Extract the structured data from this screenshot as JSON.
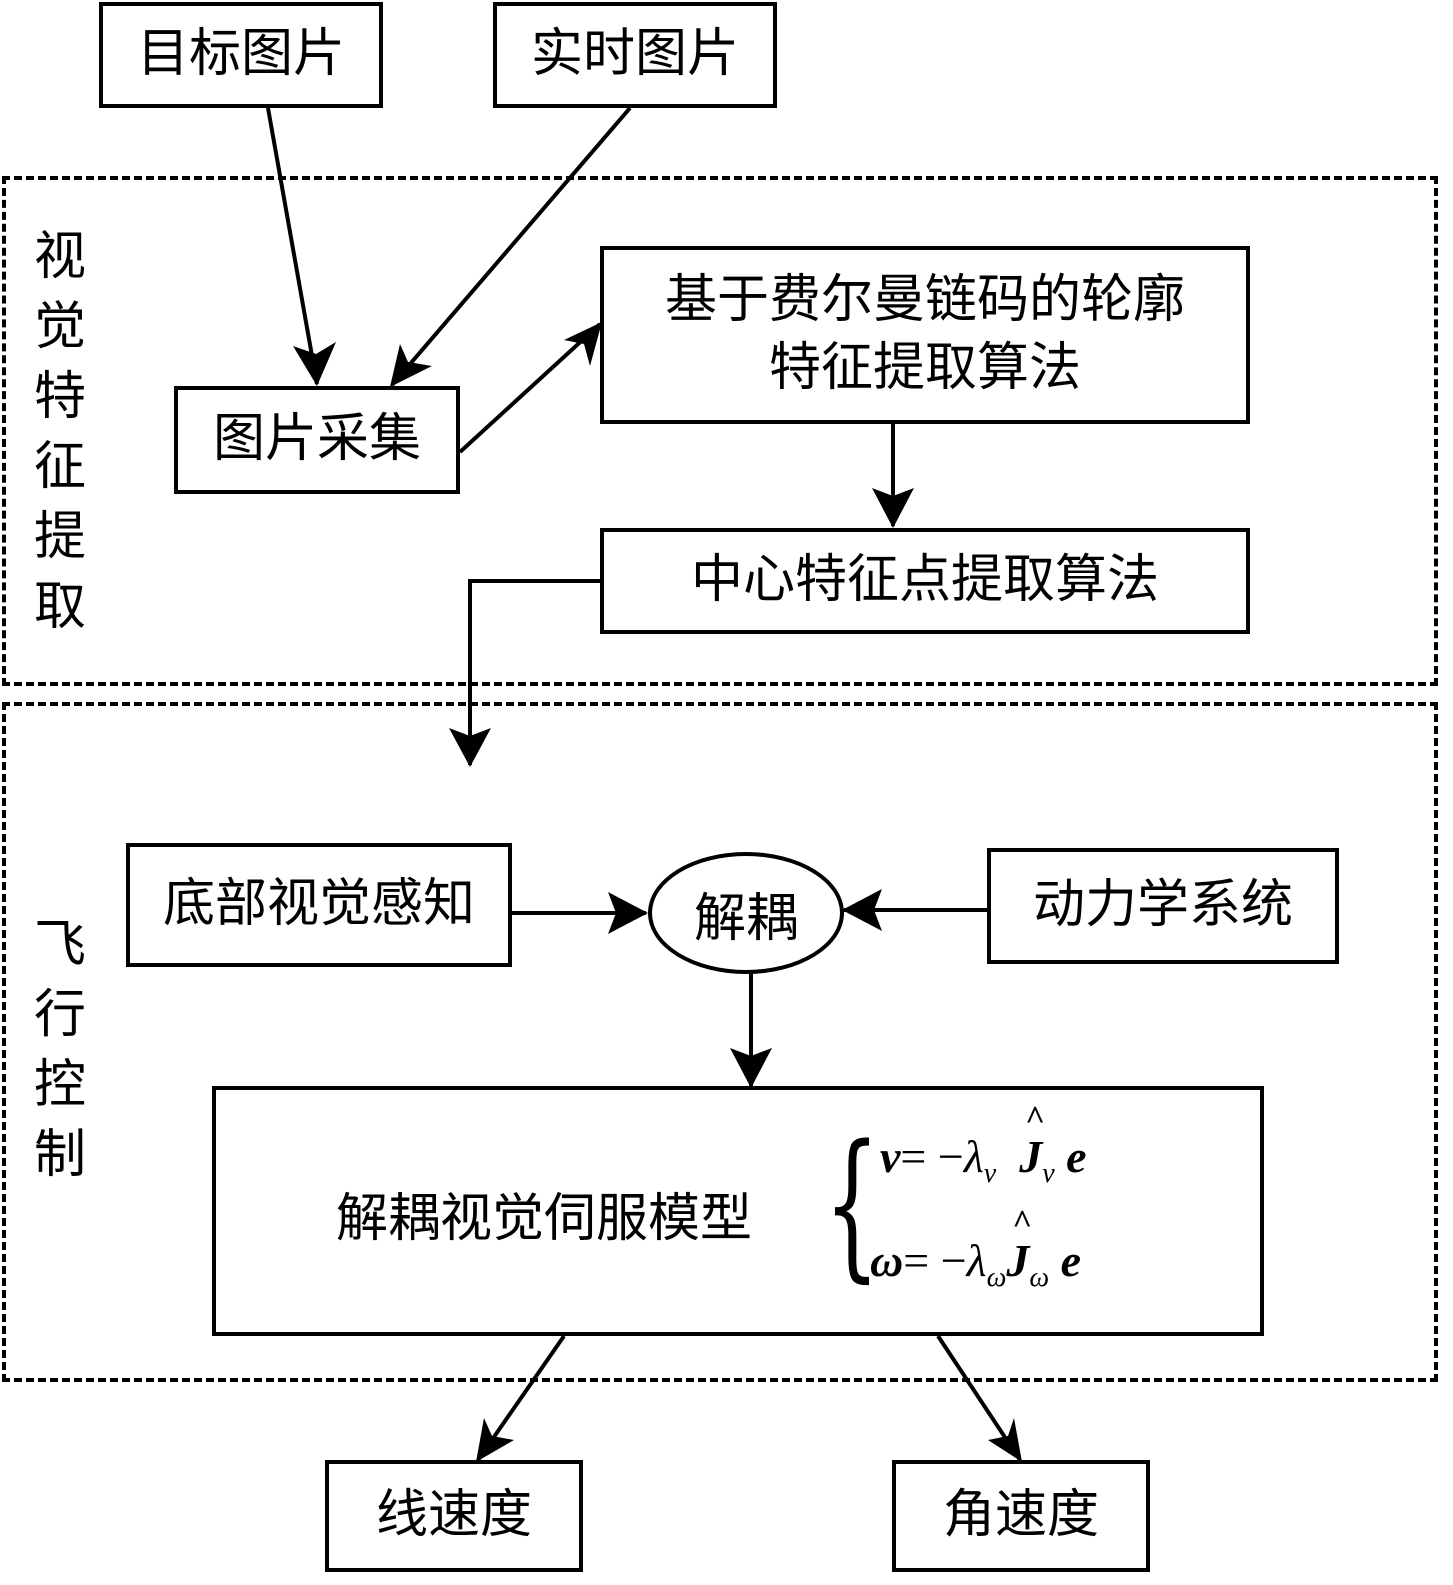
{
  "top_inputs": {
    "target_image": "目标图片",
    "live_image": "实时图片"
  },
  "sections": {
    "visual_feature_extraction": [
      "视",
      "觉",
      "特",
      "征",
      "提",
      "取"
    ],
    "flight_control": [
      "飞",
      "行",
      "控",
      "制"
    ]
  },
  "nodes": {
    "image_capture": "图片采集",
    "contour_algorithm_line1": "基于费尔曼链码的轮廓",
    "contour_algorithm_line2": "特征提取算法",
    "center_point_algorithm": "中心特征点提取算法",
    "bottom_visual_perception": "底部视觉感知",
    "decoupling": "解耦",
    "dynamics_system": "动力学系统",
    "servo_model": "解耦视觉伺服模型"
  },
  "formula": {
    "row1": {
      "lhs": "v",
      "eq": "= −",
      "lambda": "λ",
      "lambda_sub": "v",
      "J": "J",
      "J_sub": "v",
      "e": "e"
    },
    "row2": {
      "lhs": "ω",
      "eq": "= −",
      "lambda": "λ",
      "lambda_sub": "ω",
      "J": "J",
      "J_sub": "ω",
      "e": "e"
    }
  },
  "outputs": {
    "linear_velocity": "线速度",
    "angular_velocity": "角速度"
  }
}
